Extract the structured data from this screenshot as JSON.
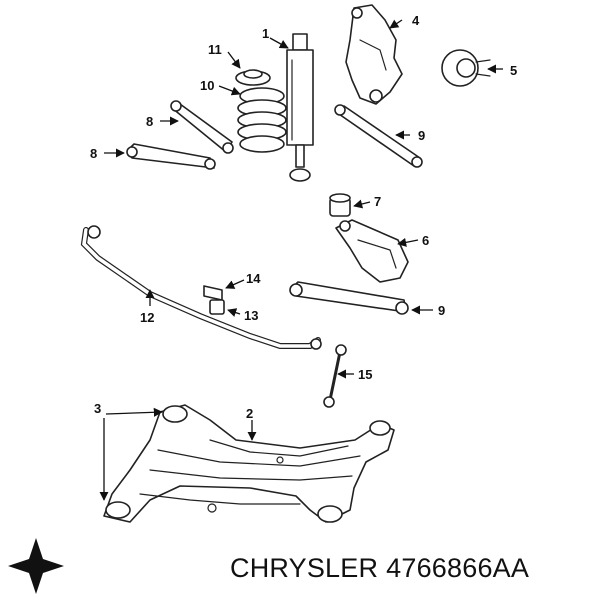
{
  "callouts": {
    "c1": "1",
    "c2": "2",
    "c3": "3",
    "c4": "4",
    "c5": "5",
    "c6": "6",
    "c7": "7",
    "c8a": "8",
    "c8b": "8",
    "c9a": "9",
    "c9b": "9",
    "c10": "10",
    "c11": "11",
    "c12": "12",
    "c13": "13",
    "c14": "14",
    "c15": "15"
  },
  "caption": {
    "brand": "CHRYSLER",
    "part_number": "4766866AA"
  },
  "icons": {
    "logo": "chrysler-pentastar-logo"
  }
}
